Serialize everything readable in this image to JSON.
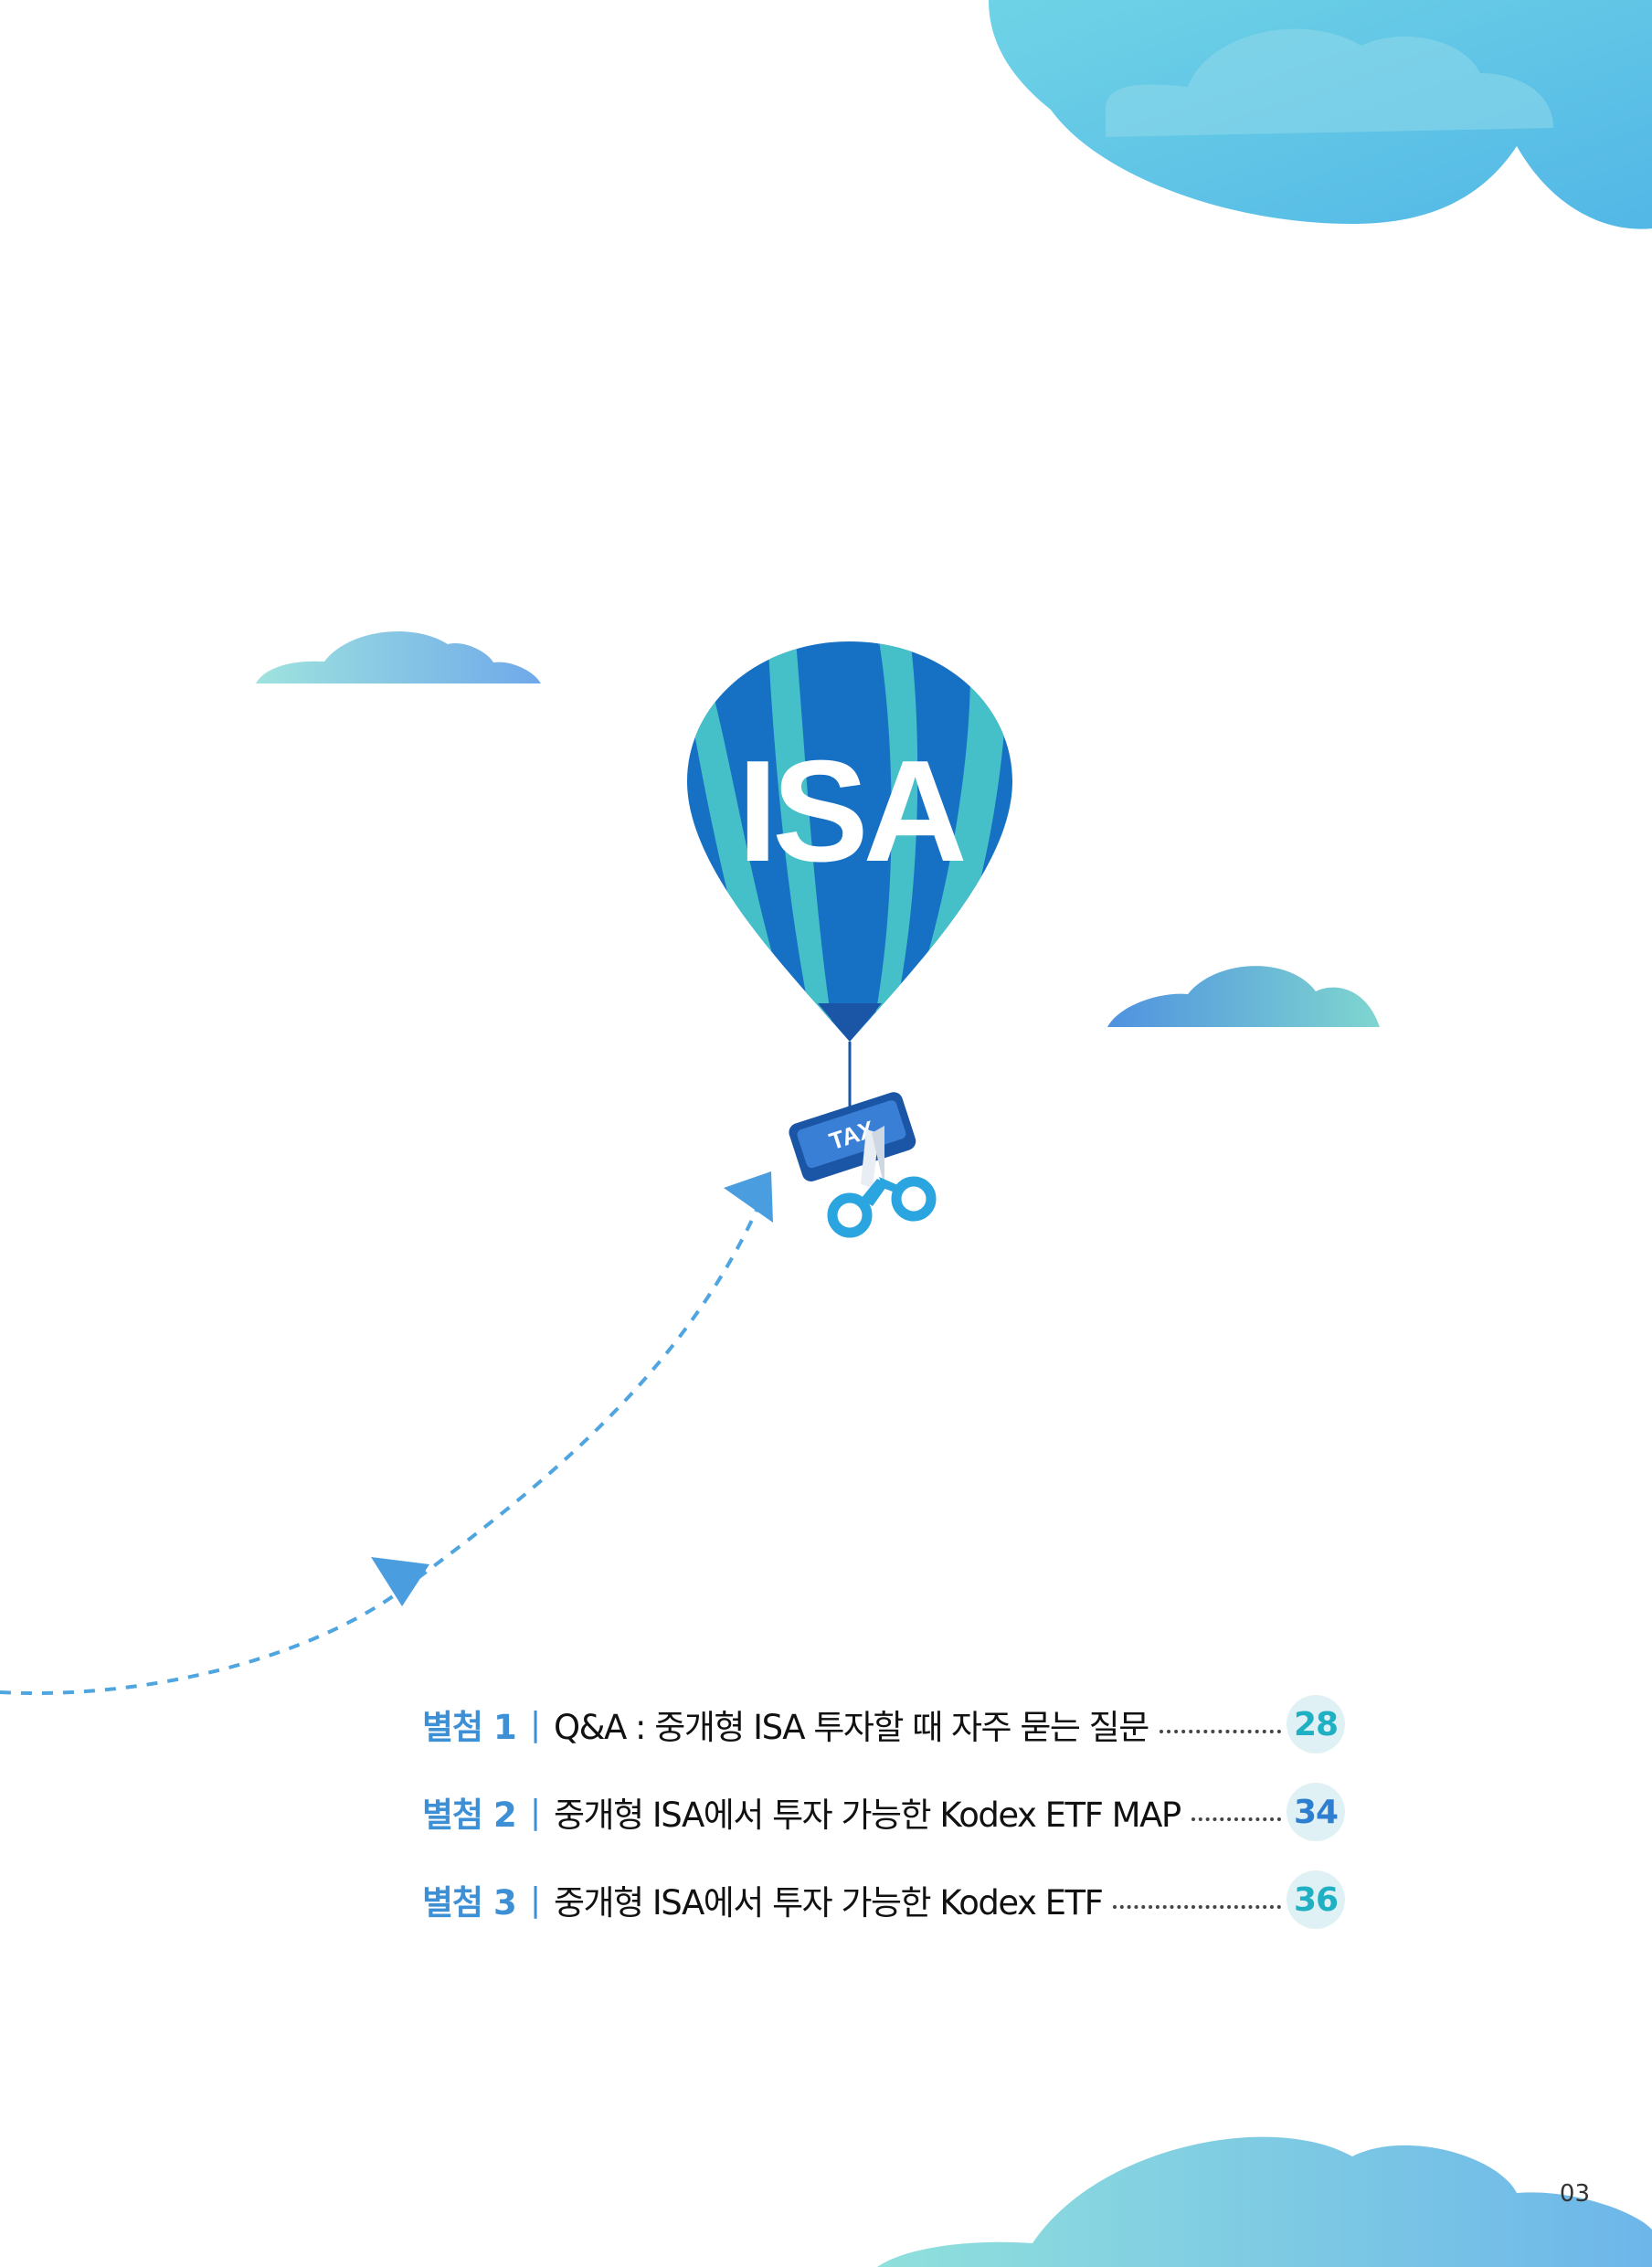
{
  "balloon": {
    "text": "ISA",
    "tag_text": "TAX"
  },
  "toc": [
    {
      "label": "별첨 1",
      "sep": "|",
      "title": "Q&A : 중개형 ISA 투자할 때 자주 묻는 질문",
      "page": "28",
      "page_color": "#1fb0c4"
    },
    {
      "label": "별첨 2",
      "sep": "|",
      "title": "중개형 ISA에서 투자 가능한 Kodex ETF MAP",
      "page": "34",
      "page_color": "#2e7fcf"
    },
    {
      "label": "별첨 3",
      "sep": "|",
      "title": "중개형 ISA에서 투자 가능한 Kodex ETF",
      "page": "36",
      "page_color": "#1fb0c4"
    }
  ],
  "page_number": "03",
  "colors": {
    "accent_blue": "#3d8fd6",
    "balloon_dark": "#1670c4",
    "balloon_light": "#45c0c8",
    "cloud_blue": "#5bbfe3",
    "cloud_teal": "#7bd0d0"
  }
}
